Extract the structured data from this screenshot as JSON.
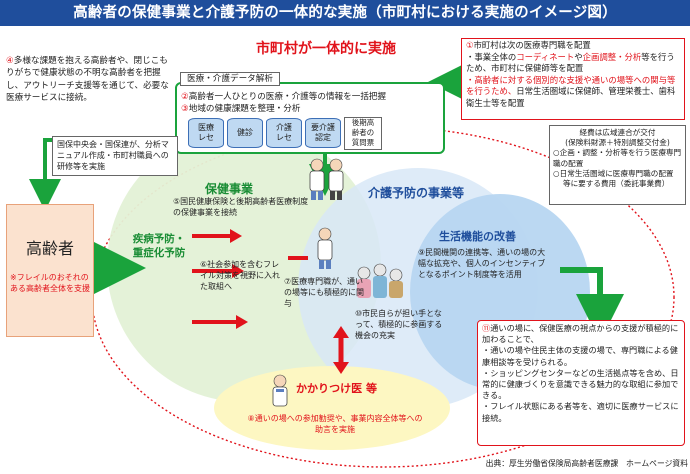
{
  "title": "高齢者の保健事業と介護予防の一体的な実施（市町村における実施のイメージ図）",
  "municipality_title": "市町村が一体的に実施",
  "box4": {
    "num": "④",
    "text": "多様な課題を抱える高齢者や、閉じこもりがちで健康状態の不明な高齢者を把握し、アウトリーチ支援等を通じて、必要な医療サービスに接続。"
  },
  "data_panel": {
    "label": "医療・介護データ解析",
    "item2_num": "②",
    "item2": "高齢者一人ひとりの医療・介護等の情報を一括把握",
    "item3_num": "③",
    "item3": "地域の健康課題を整理・分析",
    "db_items": [
      "医療\nレセ",
      "健診",
      "介護\nレセ",
      "要介護\n認定"
    ],
    "survey": "後期高\n齢者の\n質問票"
  },
  "box1": {
    "num": "①",
    "line1": "市町村は次の医療専門職を配置",
    "bullet_a_pre": "・事業全体の",
    "bullet_a_red1": "コーディネート",
    "bullet_a_mid": "や",
    "bullet_a_red2": "企画調整・分析",
    "bullet_a_post": "等を行うため、市町村に保健師等を配置",
    "bullet_b_red": "・高齢者に対する個別的な支援や通いの場等への関与等を行うため、",
    "bullet_b_post": "日常生活圏域に保健師、管理栄養士、歯科衛生士等を配置"
  },
  "funding": {
    "line1": "経費は広域連合が交付",
    "line2": "(保険料財源＋特別調整交付金)",
    "item1": "○企画・調整・分析等を行う医療専門職の配置",
    "item2": "○日常生活圏域に医療専門職の配置",
    "item2b": "等に要する費用（委託事業費）"
  },
  "training": "国保中央会・国保連が、分析マニュアル作成・市町村職員への研修等を実施",
  "elderly": {
    "title": "高齢者",
    "note": "※フレイルのおそれのある高齢者全体を支援"
  },
  "health": {
    "title": "保健事業",
    "item5": "⑤国民健康保険と後期高齢者医療制度の保健事業を接続",
    "disease": "疾病予防・\n重症化予防",
    "item6": "⑥社会参加を含むフレイル対策を視野に入れた取組へ"
  },
  "care": {
    "title": "介護予防の事業等",
    "life": "生活機能の改善",
    "item7": "⑦医療専門職が、通いの場等にも積極的に関与",
    "item9": "⑨民間機関の連携等、通いの場の大幅な拡充や、個人のインセンティブとなるポイント制度等を活用",
    "item10": "⑩市民自らが担い手となって、積極的に参画する機会の充実"
  },
  "kakaritsuke": {
    "title": "かかりつけ医 等",
    "item8": "⑧通いの場への参加勧奨や、事業内容全体等への助言を実施"
  },
  "box11": {
    "num": "⑪",
    "line1": "通いの場に、保健医療の視点からの支援が積極的に加わることで、",
    "b1": "・通いの場や住民主体の支援の場で、専門職による健康相談等を受けられる。",
    "b2": "・ショッピングセンターなどの生活拠点等を含め、日常的に健康づくりを意識できる魅力的な取組に参加できる。",
    "b3": "・フレイル状態にある者等を、適切に医療サービスに接続。"
  },
  "source": "出典：厚生労働省保険局高齢者医療課　ホームページ資料",
  "colors": {
    "navy": "#1f4e9c",
    "red": "#e1131b",
    "green": "#1aa33c",
    "health_fill": "#e3f1d6",
    "care_fill": "#d8e8f7",
    "life_fill": "#b7d6f1",
    "kakari_fill": "#fdf7c2"
  }
}
